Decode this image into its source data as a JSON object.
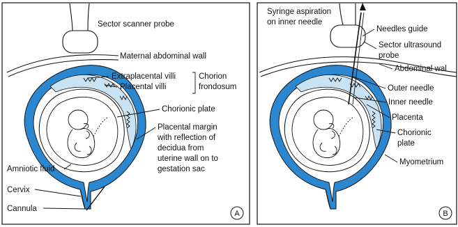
{
  "figure": {
    "colors": {
      "uterine_wall": "#2b87cf",
      "placenta": "#c9e3f5",
      "outline": "#111111",
      "background": "#ffffff"
    },
    "panel_a": {
      "letter": "A",
      "labels": {
        "probe": "Sector scanner probe",
        "maternal_wall": "Maternal abdominal wall",
        "extraplacental": "Extraplacental villi",
        "placental": "Placental villi",
        "chorion_1": "Chorion",
        "chorion_2": "frondosum",
        "chorionic_plate": "Chorionic plate",
        "margin_1": "Placental margin",
        "margin_2": "with reflection of",
        "margin_3": "decidua from",
        "margin_4": "uterine wall on to",
        "margin_5": "gestation sac",
        "amniotic": "Amniotic fluid",
        "cervix": "Cervix",
        "cannula": "Cannula"
      }
    },
    "panel_b": {
      "letter": "B",
      "labels": {
        "syringe_1": "Syringe aspiration",
        "syringe_2": "on inner needle",
        "needles_guide": "Needles guide",
        "sector_1": "Sector ultrasound",
        "sector_2": "probe",
        "abdominal": "Abdominal wal",
        "outer_needle": "Outer needle",
        "inner_needle": "Inner needle",
        "placenta": "Placenta",
        "chorionic_1": "Chorionic",
        "chorionic_2": "plate",
        "myometrium": "Myometrium"
      }
    }
  }
}
